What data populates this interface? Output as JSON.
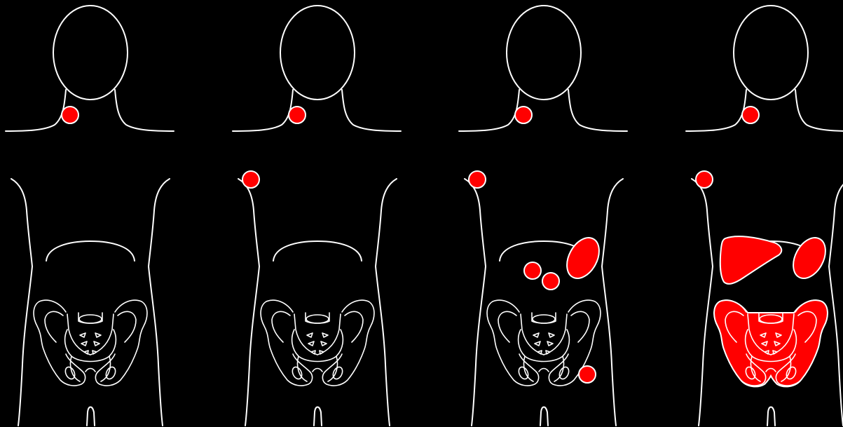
{
  "colors": {
    "background": "#000000",
    "outline": "#ffffff",
    "lesion": "#ff0000"
  },
  "panels": [
    {
      "lesions": [
        "neck-node"
      ]
    },
    {
      "lesions": [
        "neck-node",
        "shoulder-node"
      ]
    },
    {
      "lesions": [
        "neck-node",
        "shoulder-node",
        "abdominal-node-1",
        "abdominal-node-2",
        "spleen",
        "inguinal-node"
      ]
    },
    {
      "lesions": [
        "neck-node",
        "shoulder-node",
        "liver",
        "spleen",
        "pelvic-bone"
      ]
    }
  ]
}
